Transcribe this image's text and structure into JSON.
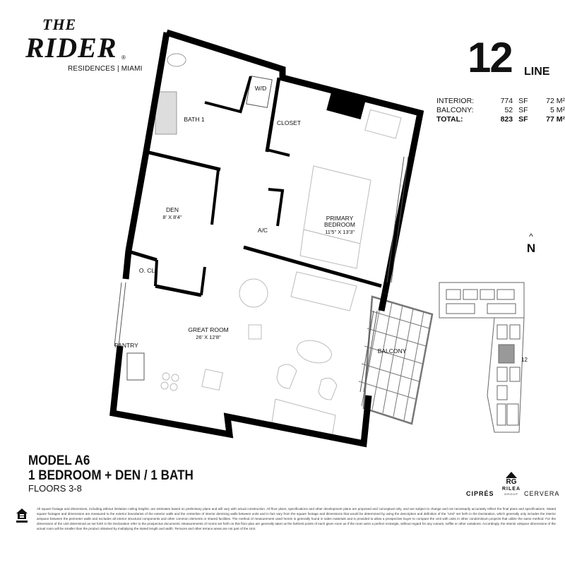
{
  "logo": {
    "the": "THE",
    "rider": "RIDER",
    "registered": "®",
    "subtitle": "RESIDENCES | MIAMI"
  },
  "unit_line": {
    "number": "12",
    "label": "LINE"
  },
  "areas": [
    {
      "label": "INTERIOR:",
      "sf": "774",
      "sf_unit": "SF",
      "m2": "72",
      "m2_unit": "M²",
      "bold": false
    },
    {
      "label": "BALCONY:",
      "sf": "52",
      "sf_unit": "SF",
      "m2": "5",
      "m2_unit": "M²",
      "bold": false
    },
    {
      "label": "TOTAL:",
      "sf": "823",
      "sf_unit": "SF",
      "m2": "77",
      "m2_unit": "M²",
      "bold": true
    }
  ],
  "north": {
    "arrow": "^",
    "label": "N"
  },
  "rooms": {
    "bath": "BATH 1",
    "wd": "W/D",
    "closet": "CLOSET",
    "den": "DEN",
    "den_dim": "8' X 8'4\"",
    "ac": "A/C",
    "bedroom_1": "PRIMARY",
    "bedroom_2": "BEDROOM",
    "bedroom_dim": "11'5\" X 13'3\"",
    "ocl": "O. CL",
    "great_room": "GREAT ROOM",
    "great_room_dim": "26' X 12'8\"",
    "pantry": "PANTRY",
    "balcony": "BALCONY"
  },
  "keyplan": {
    "unit_label": "12"
  },
  "model": {
    "name": "MODEL  A6",
    "type": "1 BEDROOM + DEN  /  1 BATH",
    "floors": "FLOORS  3-8"
  },
  "brands": {
    "cipres": "CIPRÉS",
    "rilea": "RILEA",
    "rilea_sub": "GROUP",
    "cervera": "CERVERA"
  },
  "disclaimer": "All square footage and dimensions, including without limitation ceiling heights, are estimates based on preliminary plans and will vary with actual construction. All floor plans, specifications and other development plans are proposed and conceptual only, and are subject to change and not necessarily accurately reflect the final plans and specifications. Stated square footages and dimensions are measured to the exterior boundaries of the exterior walls and the centerline of interior demising walls between units and in fact vary from the square footage and dimensions that would be determined by using the description and definition of the \"Unit\" set forth in the Declaration, which generally only includes the interior airspace between the perimeter walls and excludes all interior structural components and other common elements or shared facilities. The method of measurement used herein is generally found in sales materials and is provided to allow a prospective buyer to compare the Unit with units in other condominium projects that utilize the same method. For the dimensions of the Unit determined as set forth in the Declaration refer to the prospectus documents. Measurements of rooms set forth on this floor plan are generally taken at the farthest points of each given room as if the room were a perfect rectangle, without regard for any cutouts, soffits or other variations. Accordingly, the interior airspace dimensions of the actual room will be smaller than the product obtained by multiplying the stated length and width. Terraces and other terrace areas are not part of the Unit."
}
